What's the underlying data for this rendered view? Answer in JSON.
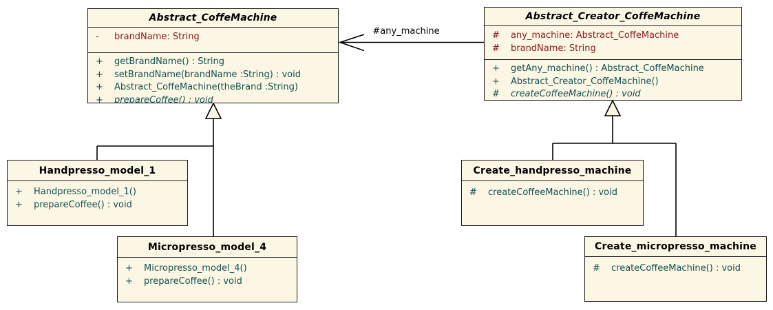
{
  "diagram": {
    "type": "uml-class-diagram",
    "colors": {
      "box_fill": "#fcf7e5",
      "box_border": "#1b1b1b",
      "attribute_text": "#8b1a1a",
      "method_text": "#115050",
      "title_text": "#000000",
      "line_color": "#000000"
    },
    "classes": [
      {
        "name": "Abstract_CoffeMachine",
        "abstract": true,
        "attributes": [
          {
            "vis": "-",
            "text": "brandName: String",
            "italic": false
          }
        ],
        "methods": [
          {
            "vis": "+",
            "text": "getBrandName() : String",
            "italic": false
          },
          {
            "vis": "+",
            "text": "setBrandName(brandName :String) : void",
            "italic": false
          },
          {
            "vis": "+",
            "text": "Abstract_CoffeMachine(theBrand :String)",
            "italic": false
          },
          {
            "vis": "+",
            "text": "prepareCoffee() : void",
            "italic": true
          }
        ]
      },
      {
        "name": "Abstract_Creator_CoffeMachine",
        "abstract": true,
        "attributes": [
          {
            "vis": "#",
            "text": "any_machine: Abstract_CoffeMachine",
            "italic": false
          },
          {
            "vis": "#",
            "text": "brandName: String",
            "italic": false
          }
        ],
        "methods": [
          {
            "vis": "+",
            "text": "getAny_machine() : Abstract_CoffeMachine",
            "italic": false
          },
          {
            "vis": "+",
            "text": "Abstract_Creator_CoffeMachine()",
            "italic": false
          },
          {
            "vis": "#",
            "text": "createCoffeeMachine() : void",
            "italic": true
          }
        ]
      },
      {
        "name": "Handpresso_model_1",
        "abstract": false,
        "attributes": [],
        "methods": [
          {
            "vis": "+",
            "text": "Handpresso_model_1()",
            "italic": false
          },
          {
            "vis": "+",
            "text": "prepareCoffee() : void",
            "italic": false
          }
        ]
      },
      {
        "name": "Micropresso_model_4",
        "abstract": false,
        "attributes": [],
        "methods": [
          {
            "vis": "+",
            "text": "Micropresso_model_4()",
            "italic": false
          },
          {
            "vis": "+",
            "text": "prepareCoffee() : void",
            "italic": false
          }
        ]
      },
      {
        "name": "Create_handpresso_machine",
        "abstract": false,
        "attributes": [],
        "methods": [
          {
            "vis": "#",
            "text": "createCoffeeMachine() : void",
            "italic": false
          }
        ]
      },
      {
        "name": "Create_micropresso_machine",
        "abstract": false,
        "attributes": [],
        "methods": [
          {
            "vis": "#",
            "text": "createCoffeeMachine() : void",
            "italic": false
          }
        ]
      }
    ],
    "relationships": [
      {
        "type": "association",
        "label": "#any_machine",
        "from": "Abstract_Creator_CoffeMachine",
        "to": "Abstract_CoffeMachine"
      },
      {
        "type": "generalization",
        "from": "Handpresso_model_1",
        "to": "Abstract_CoffeMachine"
      },
      {
        "type": "generalization",
        "from": "Micropresso_model_4",
        "to": "Abstract_CoffeMachine"
      },
      {
        "type": "generalization",
        "from": "Create_handpresso_machine",
        "to": "Abstract_Creator_CoffeMachine"
      },
      {
        "type": "generalization",
        "from": "Create_micropresso_machine",
        "to": "Abstract_Creator_CoffeMachine"
      }
    ]
  }
}
